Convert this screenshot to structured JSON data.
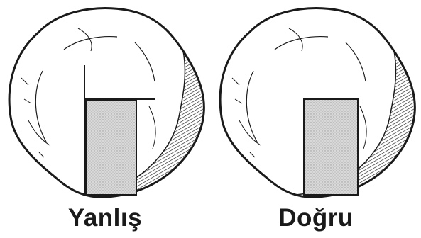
{
  "figures": [
    {
      "id": "wrong",
      "caption": "Yanlış"
    },
    {
      "id": "correct",
      "caption": "Doğru"
    }
  ],
  "colors": {
    "outline": "#1a1a1a",
    "fill_shade": "#cfcfcf",
    "background": "#ffffff"
  }
}
